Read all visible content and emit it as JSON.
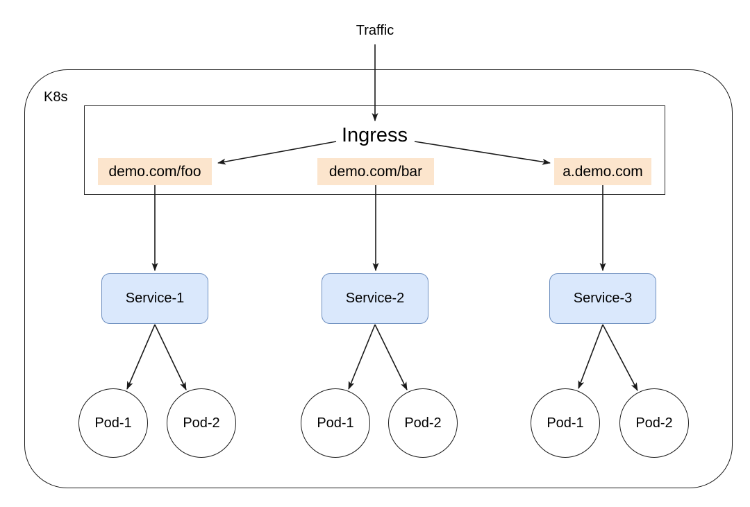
{
  "diagram": {
    "traffic_label": "Traffic",
    "cluster_label": "K8s",
    "ingress_label": "Ingress",
    "routes": [
      {
        "label": "demo.com/foo"
      },
      {
        "label": "demo.com/bar"
      },
      {
        "label": "a.demo.com"
      }
    ],
    "services": [
      {
        "label": "Service-1",
        "pods": [
          {
            "label": "Pod-1"
          },
          {
            "label": "Pod-2"
          }
        ]
      },
      {
        "label": "Service-2",
        "pods": [
          {
            "label": "Pod-1"
          },
          {
            "label": "Pod-2"
          }
        ]
      },
      {
        "label": "Service-3",
        "pods": [
          {
            "label": "Pod-1"
          },
          {
            "label": "Pod-2"
          }
        ]
      }
    ],
    "colors": {
      "route_bg": "#fce5cd",
      "service_bg": "#dae8fc",
      "service_border": "#6c8ebf",
      "line_color": "#1a1a1a"
    }
  }
}
